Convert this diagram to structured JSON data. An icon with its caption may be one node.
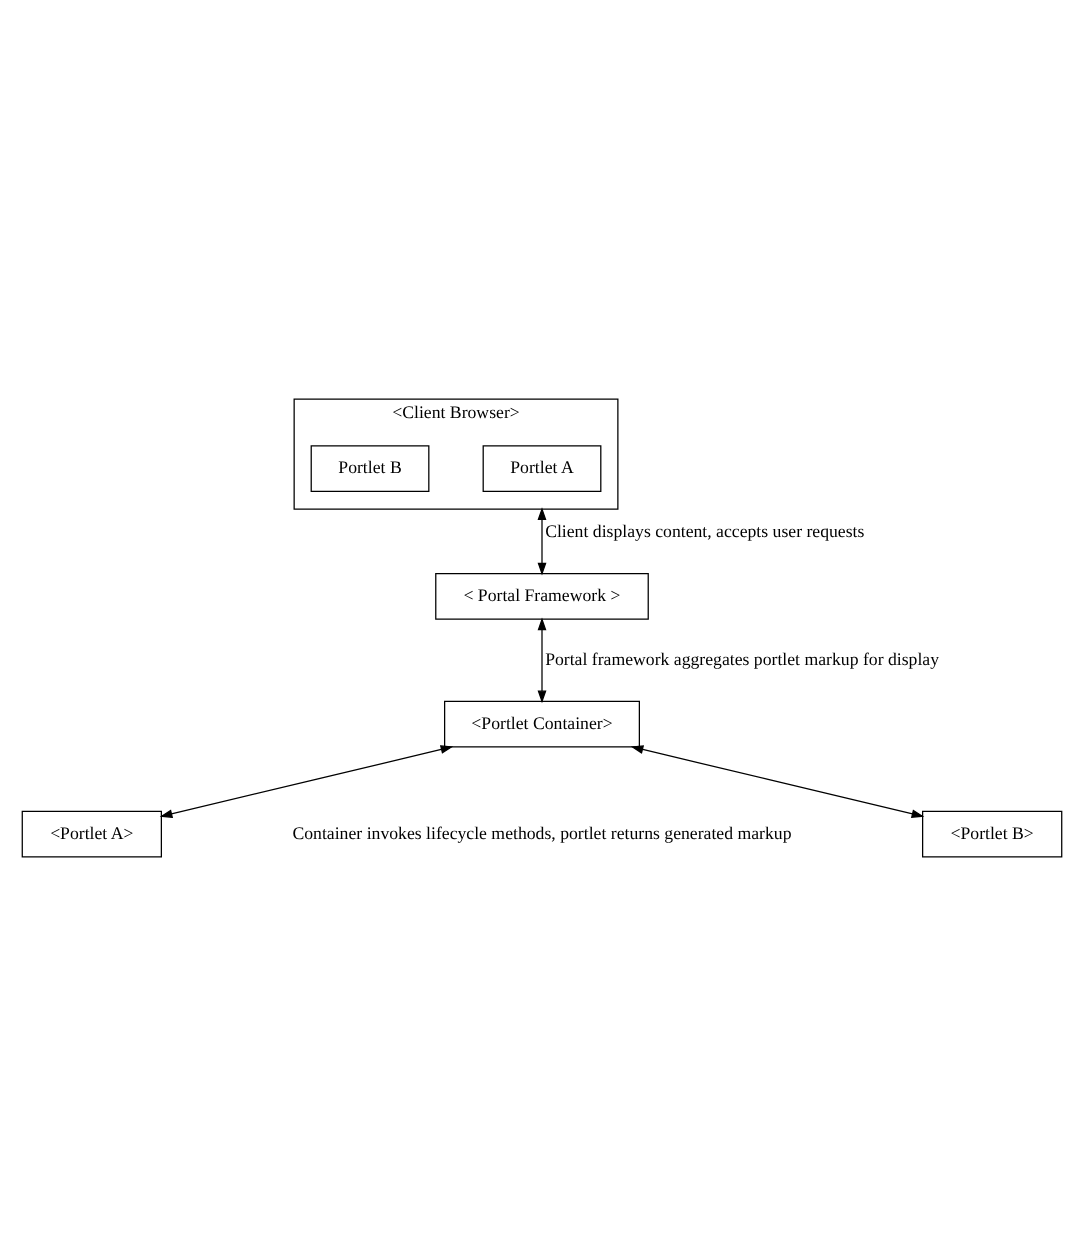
{
  "diagram": {
    "nodes": [
      {
        "text": [
          "<Client Browser>"
        ]
      },
      {
        "text": [
          "Portlet A"
        ],
        "in": 0
      },
      {
        "text": [
          "Portlet B"
        ],
        "in": 0
      },
      {
        "text": [
          "< Portal Framework >"
        ]
      },
      {
        "text": [
          "<Portlet Container>"
        ]
      },
      {
        "text": [
          "<Portlet A>"
        ]
      },
      {
        "text": [
          "<Portlet B>"
        ]
      }
    ],
    "edges": [
      {
        "from": 0,
        "to": 3,
        "arrow": "both",
        "label": "Client displays content, accepts user requests"
      },
      {
        "from": 3,
        "to": 4,
        "arrow": "both",
        "label": "Portal framework aggregates portlet markup for display"
      },
      {
        "from": 4,
        "to": 5,
        "arrow": "both"
      },
      {
        "from": 4,
        "to": 6,
        "arrow": "both"
      }
    ],
    "labels": [
      "Container invokes lifecycle methods, portlet returns generated markup"
    ]
  }
}
